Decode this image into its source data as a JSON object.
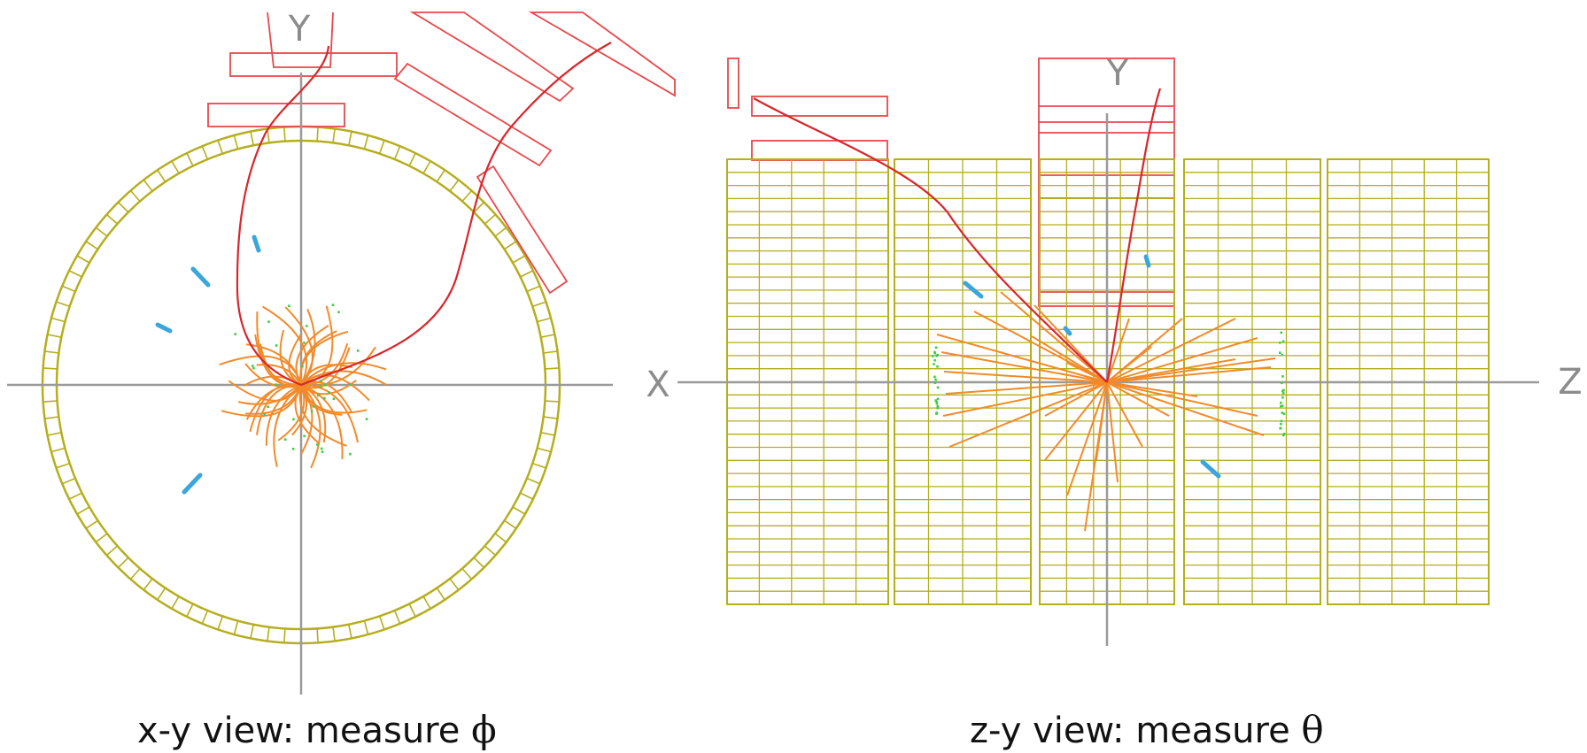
{
  "left_view": {
    "axis_labels": {
      "x": "X",
      "y": "Y"
    },
    "caption": {
      "text": "x-y view: measure ",
      "symbol": "ϕ"
    }
  },
  "right_view": {
    "axis_labels": {
      "x": "Z",
      "y": "Y",
      "left": "X"
    },
    "caption": {
      "text": "z-y view: measure ",
      "symbol": "θ"
    }
  },
  "colors": {
    "axis": "#9a9a9a",
    "calorimeter": "#b5ae1e",
    "muon_chambers": "#e8484b",
    "muon_tracks": "#d9262b",
    "charged_tracks": "#f28a2a",
    "deposits_green": "#3fcf3f",
    "segments_blue": "#3aa6dc"
  }
}
